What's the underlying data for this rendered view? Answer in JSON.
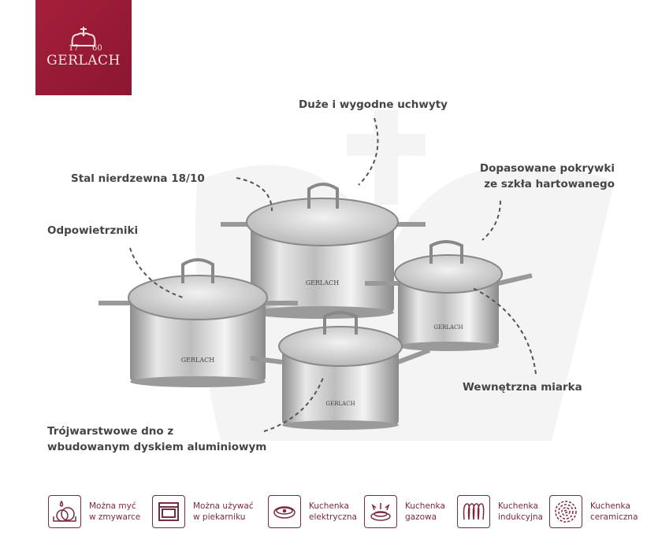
{
  "brand": {
    "name": "GERLACH",
    "year_left": "17",
    "year_right": "60",
    "color": "#9b1a33"
  },
  "callouts": {
    "handles": "Duże i wygodne uchwyty",
    "steel": "Stal nierdzewna 18/10",
    "lids_line1": "Dopasowane pokrywki",
    "lids_line2": "ze szkła hartowanego",
    "vents": "Odpowietrzniki",
    "measure": "Wewnętrzna miarka",
    "base_line1": "Trójwarstwowe dno z",
    "base_line2": "wbudowanym dyskiem aluminiowym"
  },
  "features": [
    {
      "icon": "dishwasher-icon",
      "line1": "Można myć",
      "line2": "w zmywarce"
    },
    {
      "icon": "oven-icon",
      "line1": "Można używać",
      "line2": "w piekarniku"
    },
    {
      "icon": "electric-hob-icon",
      "line1": "Kuchenka",
      "line2": "elektryczna"
    },
    {
      "icon": "gas-hob-icon",
      "line1": "Kuchenka",
      "line2": "gazowa"
    },
    {
      "icon": "induction-hob-icon",
      "line1": "Kuchenka",
      "line2": "indukcyjna"
    },
    {
      "icon": "ceramic-hob-icon",
      "line1": "Kuchenka",
      "line2": "ceramiczna"
    }
  ],
  "colors": {
    "icon": "#7a2a3d",
    "text": "#454545"
  }
}
